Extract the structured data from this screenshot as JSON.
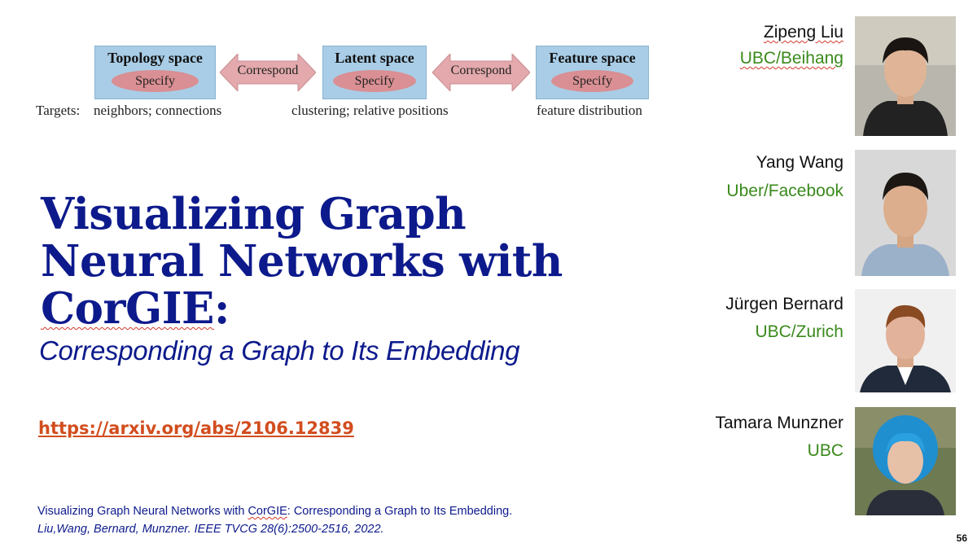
{
  "diagram": {
    "spaces": [
      {
        "title": "Topology space",
        "specify": "Specify"
      },
      {
        "title": "Latent space",
        "specify": "Specify"
      },
      {
        "title": "Feature space",
        "specify": "Specify"
      }
    ],
    "correspond_labels": [
      "Correspond",
      "Correspond"
    ],
    "targets_label": "Targets:",
    "targets": [
      "neighbors; connections",
      "clustering; relative positions",
      "feature distribution"
    ]
  },
  "title": {
    "line1": "Visualizing Graph",
    "line2": "Neural Networks with",
    "line3_word": "CorGIE",
    "line3_colon": ":",
    "subtitle": "Corresponding a Graph to Its Embedding"
  },
  "link": "https://arxiv.org/abs/2106.12839",
  "citation": {
    "line1_prefix": "Visualizing Graph Neural Networks with ",
    "line1_word": "CorGIE",
    "line1_suffix": ": Corresponding a Graph to Its Embedding.",
    "line2": "Liu,Wang, Bernard, Munzner.  IEEE TVCG 28(6):2500-2516, 2022."
  },
  "authors": [
    {
      "name": "Zipeng Liu",
      "affiliation": "UBC/Beihang"
    },
    {
      "name": "Yang Wang",
      "affiliation": "Uber/Facebook"
    },
    {
      "name": "Jürgen Bernard",
      "affiliation": "UBC/Zurich"
    },
    {
      "name": "Tamara Munzner",
      "affiliation": "UBC"
    }
  ],
  "page_number": "56",
  "colors": {
    "title": "#0d1a8c",
    "link": "#d24d1e",
    "affiliation": "#3a8a1c",
    "box": "#a9cde6",
    "ellipse": "#d98f93",
    "arrow": "#e3a9ac"
  }
}
